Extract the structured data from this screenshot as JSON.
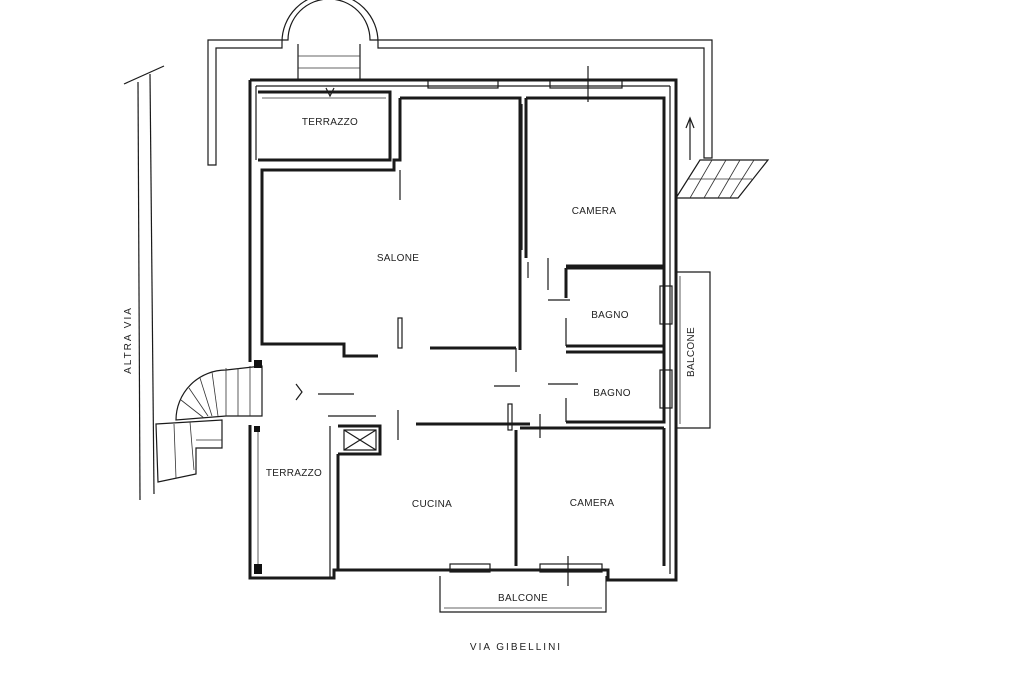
{
  "rooms": {
    "terrazzo_top": "TERRAZZO",
    "salone": "SALONE",
    "camera_top": "CAMERA",
    "bagno_1": "BAGNO",
    "bagno_2": "BAGNO",
    "balcone_right": "BALCONE",
    "terrazzo_left": "TERRAZZO",
    "cucina": "CUCINA",
    "camera_bottom": "CAMERA",
    "balcone_bottom": "BALCONE"
  },
  "streets": {
    "bottom": "VIA GIBELLINI",
    "left": "ALTRA VIA"
  }
}
